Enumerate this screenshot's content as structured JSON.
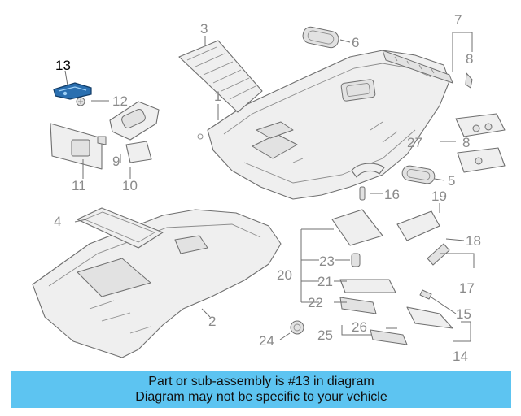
{
  "diagram": {
    "highlighted_part": "13",
    "callouts": {
      "c1": "1",
      "c2": "2",
      "c3": "3",
      "c4": "4",
      "c5": "5",
      "c6": "6",
      "c7": "7",
      "c8a": "8",
      "c8b": "8",
      "c9": "9",
      "c10": "10",
      "c11": "11",
      "c12": "12",
      "c13": "13",
      "c14": "14",
      "c15": "15",
      "c16": "16",
      "c17": "17",
      "c18": "18",
      "c19": "19",
      "c20": "20",
      "c21": "21",
      "c22": "22",
      "c23": "23",
      "c24": "24",
      "c25": "25",
      "c26": "26",
      "c27": "27"
    }
  },
  "banner": {
    "line1": "Part or sub-assembly is #13 in diagram",
    "line2": "Diagram may not be specific to your vehicle"
  },
  "colors": {
    "banner": "#5dc4f1",
    "highlight": "#2a6fb0",
    "callout": "#8a8a8a"
  }
}
